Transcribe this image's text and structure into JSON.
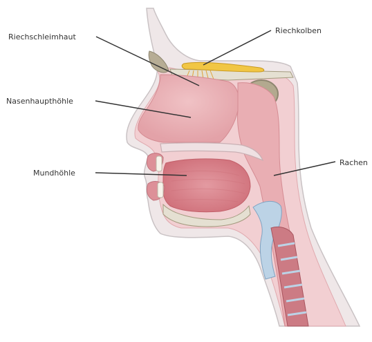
{
  "labels": {
    "riechschleimhaut": "Riechschleimhaut",
    "riechkolben": "Riechkolben",
    "nasenhaupthoehle": "Nasenhaupthöhle",
    "mundhoehle": "Mundhöhle",
    "rachen": "Rachen"
  },
  "colors": {
    "skin_outline": "#c9c2c4",
    "tissue_pink": "#e3a3a8",
    "tissue_light": "#f2cdd0",
    "tongue": "#d77e86",
    "cavity": "#ecaeb3",
    "bone": "#e5e0d2",
    "bone_dark": "#a39a7e",
    "olfactory": "#f1c644",
    "cartilage": "#bcd3e6",
    "leader_line": "#333333"
  }
}
